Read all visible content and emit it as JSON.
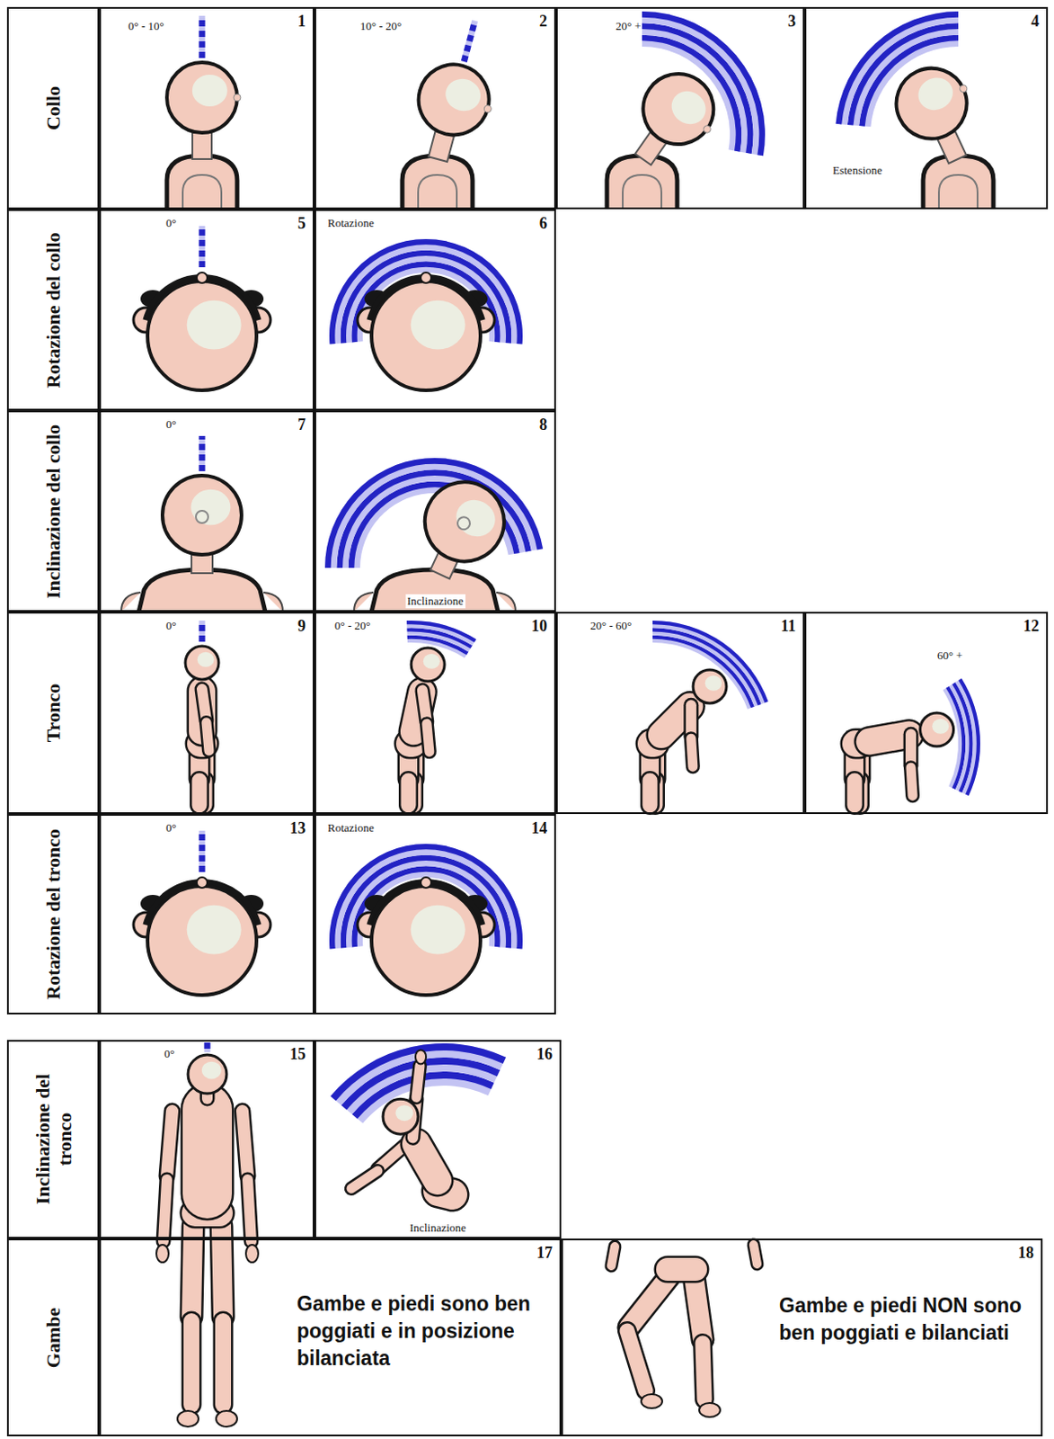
{
  "diagram": {
    "nodes": [
      {
        "text": [
          "Collo"
        ]
      },
      {
        "text": [
          "0° - 10°",
          "1"
        ]
      },
      {
        "text": [
          "10° - 20°",
          "2"
        ]
      },
      {
        "text": [
          "20° +",
          "3"
        ]
      },
      {
        "text": [
          "4",
          "Estensione"
        ]
      },
      {
        "text": [
          "Rotazione del collo"
        ]
      },
      {
        "text": [
          "0°",
          "5"
        ]
      },
      {
        "text": [
          "Rotazione",
          "6"
        ]
      },
      {
        "text": [
          "Inclinazione del collo"
        ]
      },
      {
        "text": [
          "0°",
          "7"
        ]
      },
      {
        "text": [
          "8",
          "Inclinazione"
        ]
      },
      {
        "text": [
          "Tronco"
        ]
      },
      {
        "text": [
          "0°",
          "9"
        ]
      },
      {
        "text": [
          "0° - 20°",
          "10"
        ]
      },
      {
        "text": [
          "20° - 60°",
          "11"
        ]
      },
      {
        "text": [
          "12",
          "60° +"
        ]
      },
      {
        "text": [
          "Rotazione del tronco"
        ]
      },
      {
        "text": [
          "0°",
          "13"
        ]
      },
      {
        "text": [
          "Rotazione",
          "14"
        ]
      },
      {
        "text": [
          "Inclinazione del tronco"
        ]
      },
      {
        "text": [
          "0°",
          "15"
        ]
      },
      {
        "text": [
          "16",
          "Inclinazione"
        ]
      },
      {
        "text": [
          "Gambe"
        ]
      },
      {
        "text": [
          "17",
          "Gambe e piedi sono ben poggiati e in posizione bilanciata"
        ]
      },
      {
        "text": [
          "18",
          "Gambe e piedi NON sono ben poggiati e bilanciati"
        ]
      }
    ]
  }
}
